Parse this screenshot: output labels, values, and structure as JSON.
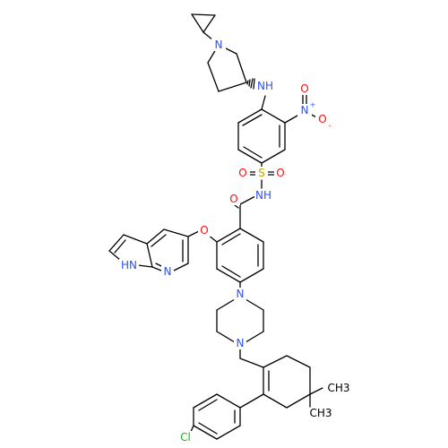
{
  "molecule": {
    "atom_labels": {
      "amine_nh": "NH",
      "pyrrolidine_n": "N",
      "nitro_n": "N",
      "nitro_plus": "+",
      "nitro_o_top": "O",
      "nitro_o_minus_sign": "-",
      "nitro_o_side": "O",
      "sulfonyl_s": "S",
      "sulfonyl_o_left": "O",
      "sulfonyl_o_right": "O",
      "sulfonamide_nh": "NH",
      "carbonyl_o": "O",
      "ether_o": "O",
      "indole_nh": "HN",
      "pyridine_n": "N",
      "piperazine_n_top": "N",
      "piperazine_n_bottom": "N",
      "methyl_1": "CH3",
      "methyl_2": "CH3",
      "chloro": "Cl"
    },
    "colors": {
      "carbon_bonds": "#000000",
      "nitrogen": "#3050F8",
      "oxygen": "#FF0D0D",
      "sulfur": "#B8A800",
      "chlorine": "#1FB01F",
      "text_default": "#000000"
    }
  }
}
